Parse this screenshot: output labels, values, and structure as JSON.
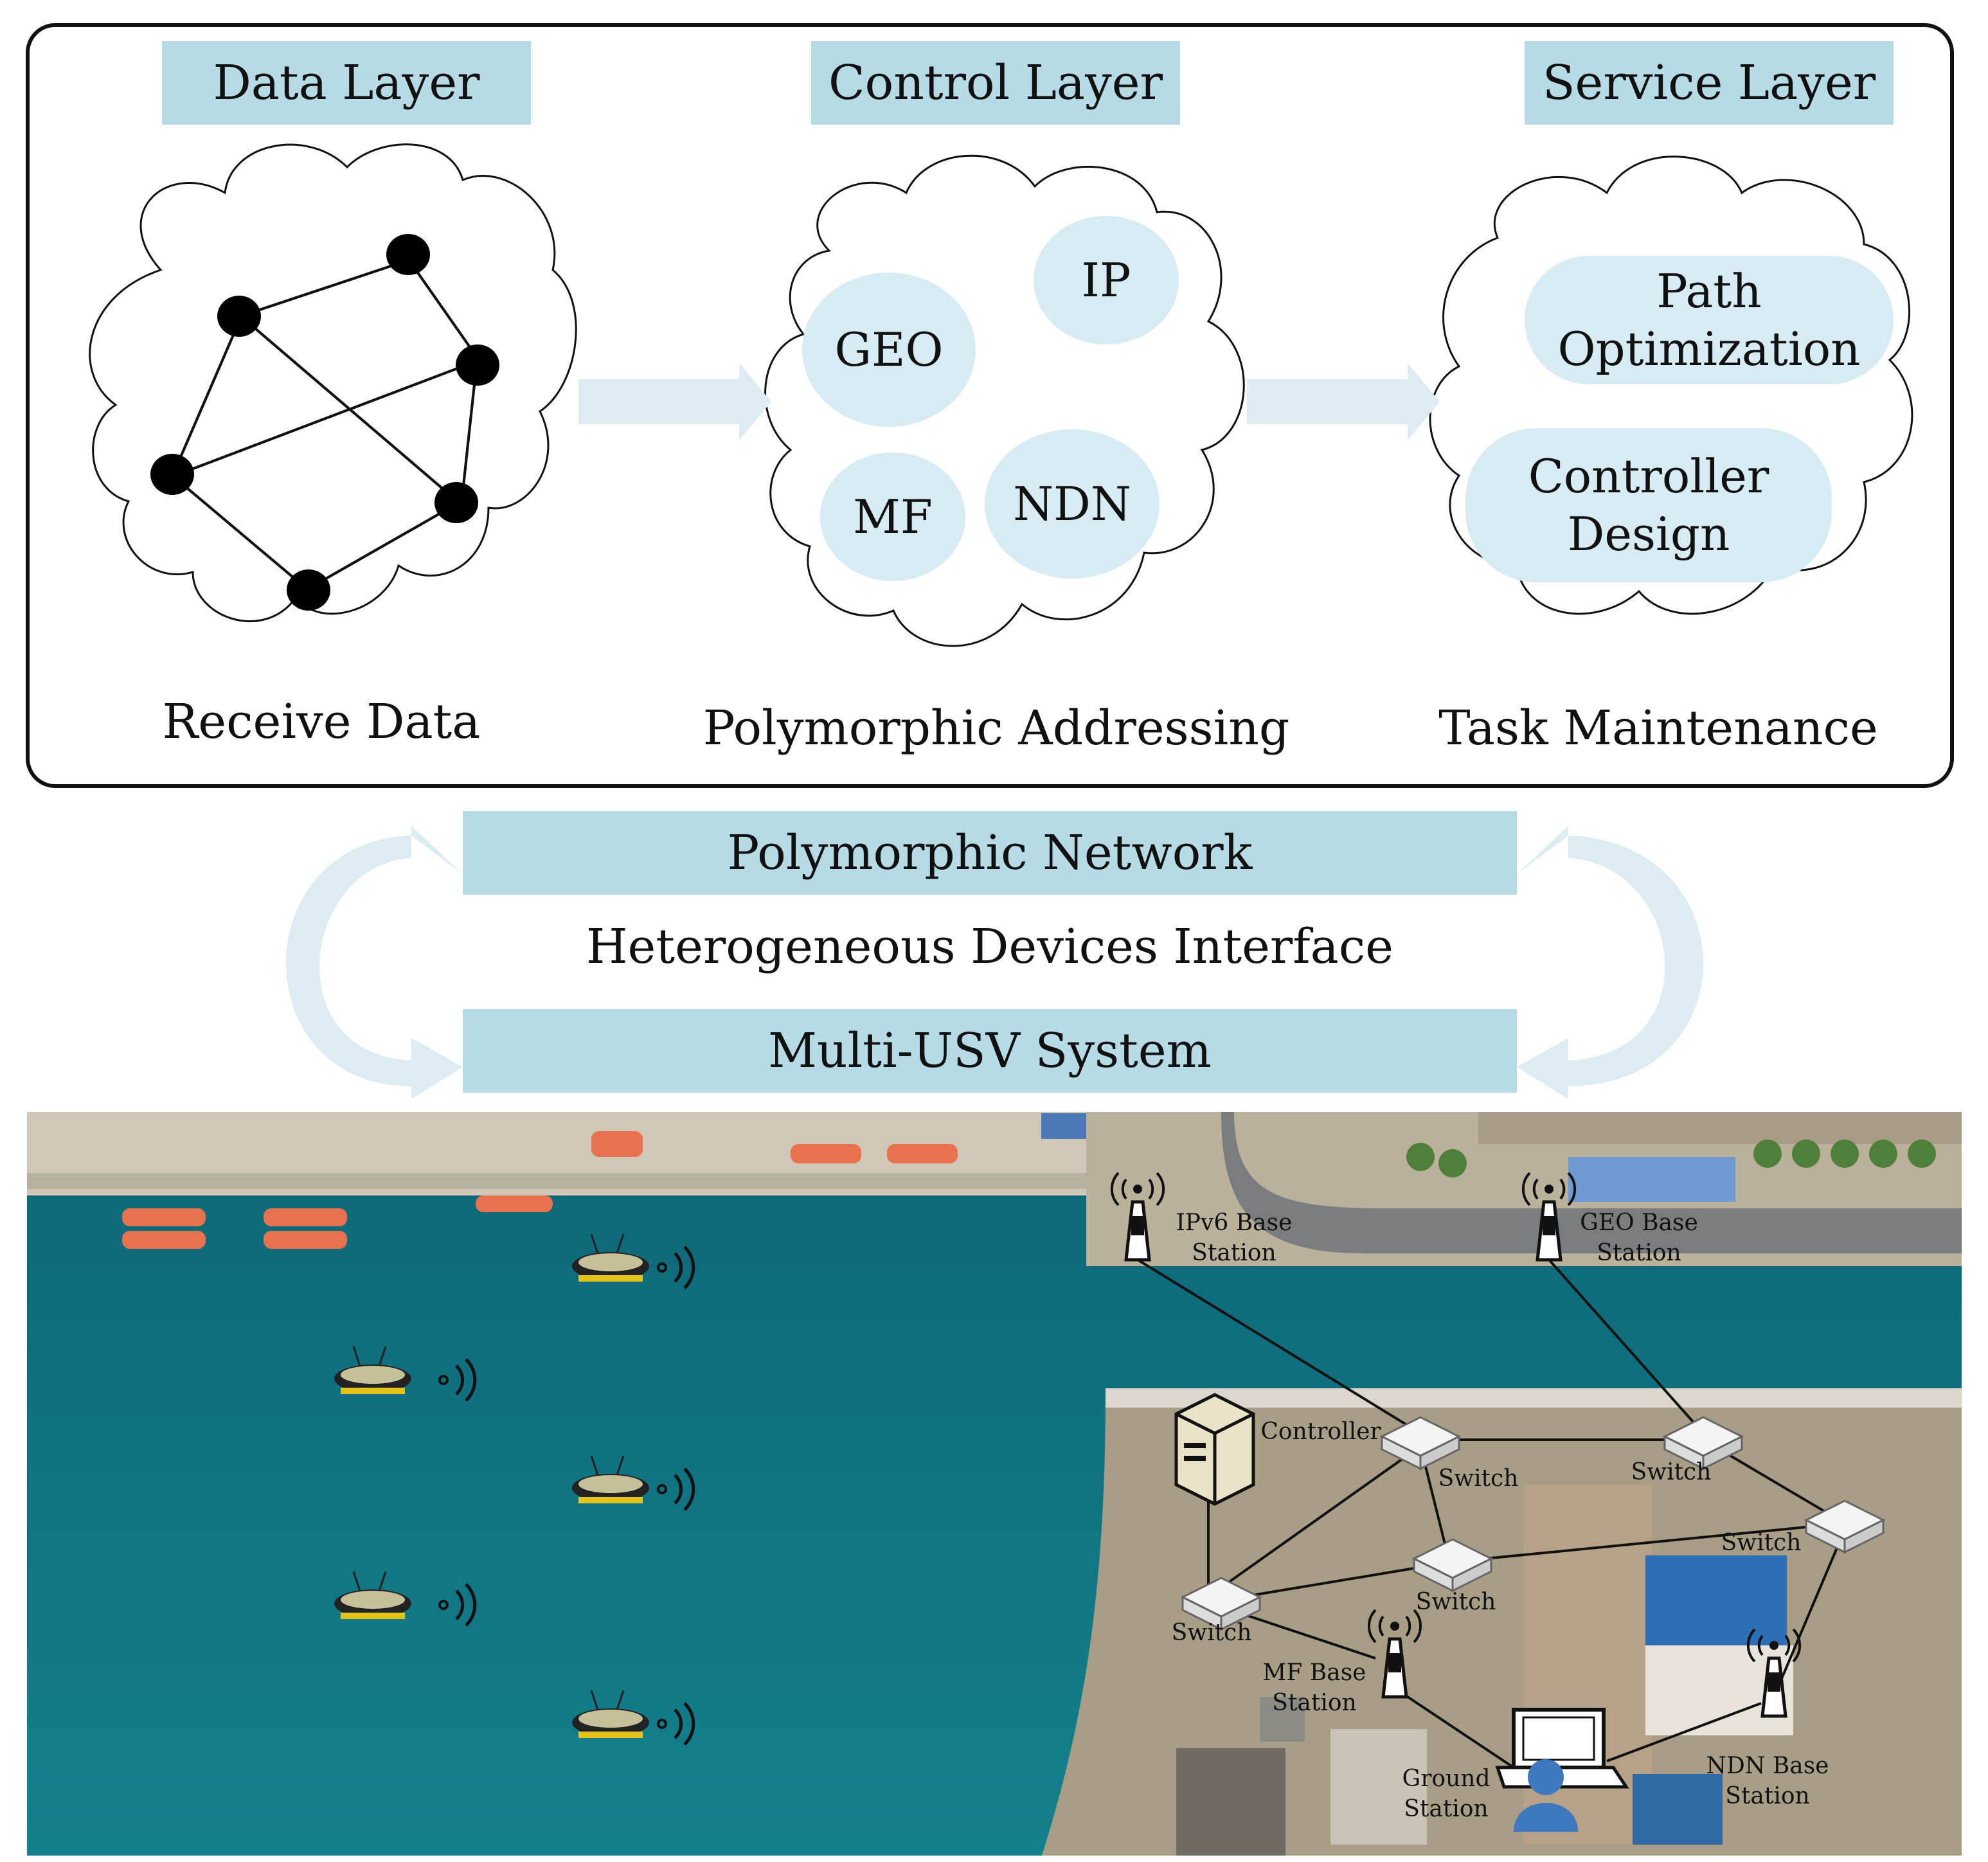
{
  "layers": [
    {
      "header": "Data Layer",
      "caption": "Receive Data"
    },
    {
      "header": "Control Layer",
      "caption": "Polymorphic Addressing"
    },
    {
      "header": "Service Layer",
      "caption": "Task Maintenance"
    }
  ],
  "control_addresses": {
    "ip": "IP",
    "geo": "GEO",
    "mf": "MF",
    "ndn": "NDN"
  },
  "services": {
    "path_line1": "Path",
    "path_line2": "Optimization",
    "ctrl_line1": "Controller",
    "ctrl_line2": "Design"
  },
  "middle": {
    "top_bar": "Polymorphic Network",
    "interface": "Heterogeneous Devices Interface",
    "bottom_bar": "Multi-USV System"
  },
  "map_labels": {
    "ipv6_l1": "IPv6 Base",
    "ipv6_l2": "Station",
    "geo_l1": "GEO Base",
    "geo_l2": "Station",
    "controller": "Controller",
    "switch": "Switch",
    "mf_l1": "MF Base",
    "mf_l2": "Station",
    "ground_l1": "Ground",
    "ground_l2": "Station",
    "ndn_l1": "NDN Base",
    "ndn_l2": "Station"
  },
  "colors": {
    "accent": "#b6dbe6",
    "bubble": "#d6ecf2",
    "arrow": "#dcecf1",
    "water": "#14707c"
  }
}
